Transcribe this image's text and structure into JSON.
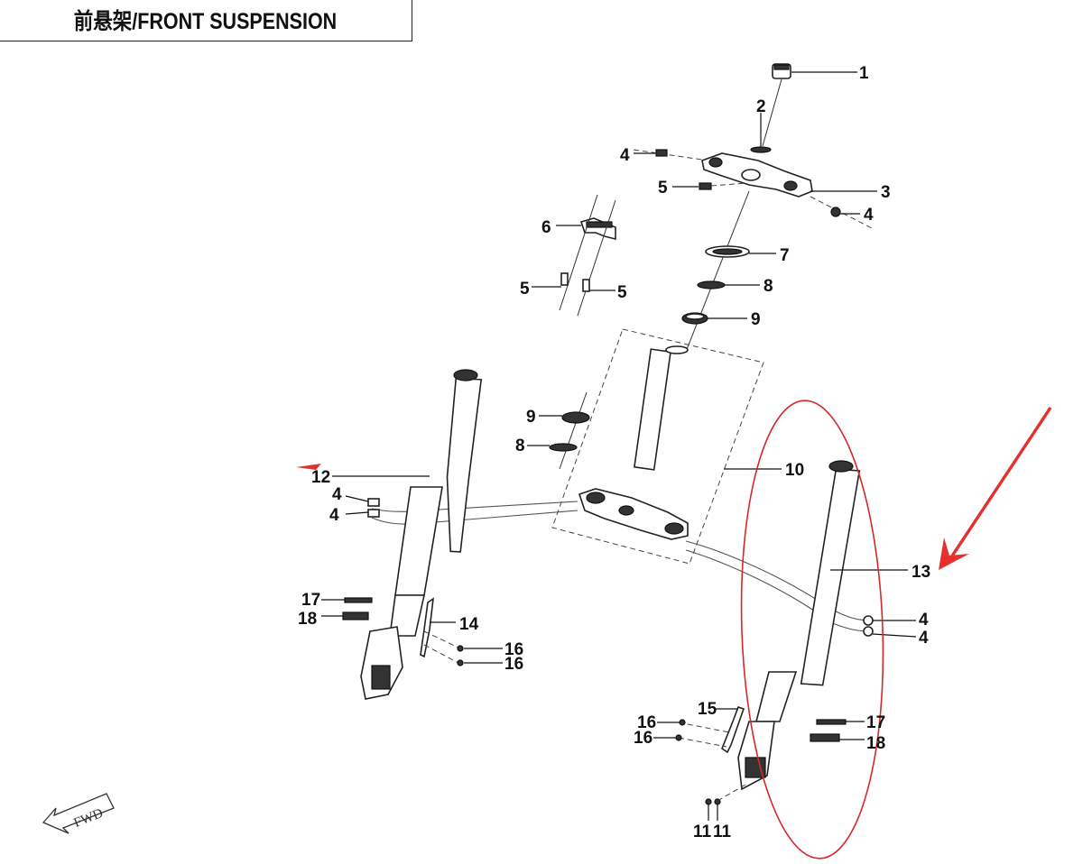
{
  "header": {
    "title": "前悬架/FRONT SUSPENSION"
  },
  "diagram": {
    "fwd_label": "FWD",
    "annotation_color": "#e53030",
    "callouts": [
      {
        "id": "c1",
        "label": "1"
      },
      {
        "id": "c2",
        "label": "2"
      },
      {
        "id": "c3",
        "label": "3"
      },
      {
        "id": "c4a",
        "label": "4"
      },
      {
        "id": "c4b",
        "label": "4"
      },
      {
        "id": "c4c",
        "label": "4"
      },
      {
        "id": "c4d",
        "label": "4"
      },
      {
        "id": "c4e",
        "label": "4"
      },
      {
        "id": "c4f",
        "label": "4"
      },
      {
        "id": "c5a",
        "label": "5"
      },
      {
        "id": "c5b",
        "label": "5"
      },
      {
        "id": "c5c",
        "label": "5"
      },
      {
        "id": "c6",
        "label": "6"
      },
      {
        "id": "c7",
        "label": "7"
      },
      {
        "id": "c8a",
        "label": "8"
      },
      {
        "id": "c8b",
        "label": "8"
      },
      {
        "id": "c9a",
        "label": "9"
      },
      {
        "id": "c9b",
        "label": "9"
      },
      {
        "id": "c10",
        "label": "10"
      },
      {
        "id": "c11a",
        "label": "11"
      },
      {
        "id": "c11b",
        "label": "11"
      },
      {
        "id": "c12",
        "label": "12"
      },
      {
        "id": "c13",
        "label": "13"
      },
      {
        "id": "c14",
        "label": "14"
      },
      {
        "id": "c15",
        "label": "15"
      },
      {
        "id": "c16a",
        "label": "16"
      },
      {
        "id": "c16b",
        "label": "16"
      },
      {
        "id": "c16c",
        "label": "16"
      },
      {
        "id": "c16d",
        "label": "16"
      },
      {
        "id": "c17a",
        "label": "17"
      },
      {
        "id": "c17b",
        "label": "17"
      },
      {
        "id": "c18a",
        "label": "18"
      },
      {
        "id": "c18b",
        "label": "18"
      }
    ]
  }
}
